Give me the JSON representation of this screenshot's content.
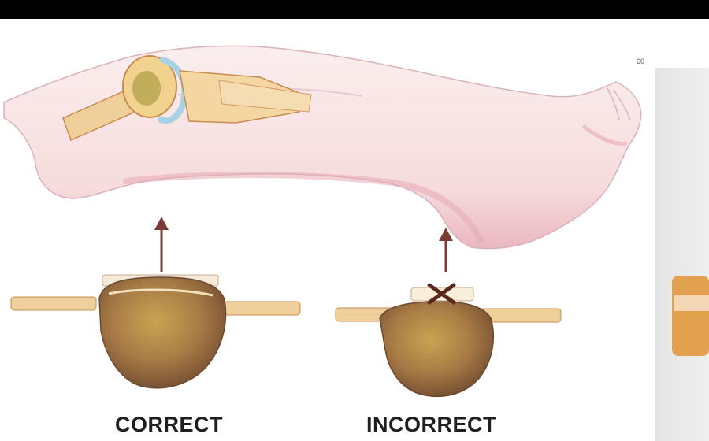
{
  "labels": {
    "correct": "CORRECT",
    "incorrect": "INCORRECT",
    "figure_number": "60"
  },
  "colors": {
    "top_bar": "#000000",
    "skin": "#f6dede",
    "skin_shadow": "#e6a9b4",
    "bone": "#f0d09a",
    "cartilage": "#a8d3e6",
    "arrow": "#7a3b35",
    "graft": "#b58447",
    "incorrect_mark": "#5a2a1e",
    "background_panel": "#ececec"
  },
  "icons": {
    "correct_arrow": "up-arrow-icon",
    "incorrect_arrow": "up-arrow-icon",
    "incorrect_mark": "x-mark-icon"
  }
}
